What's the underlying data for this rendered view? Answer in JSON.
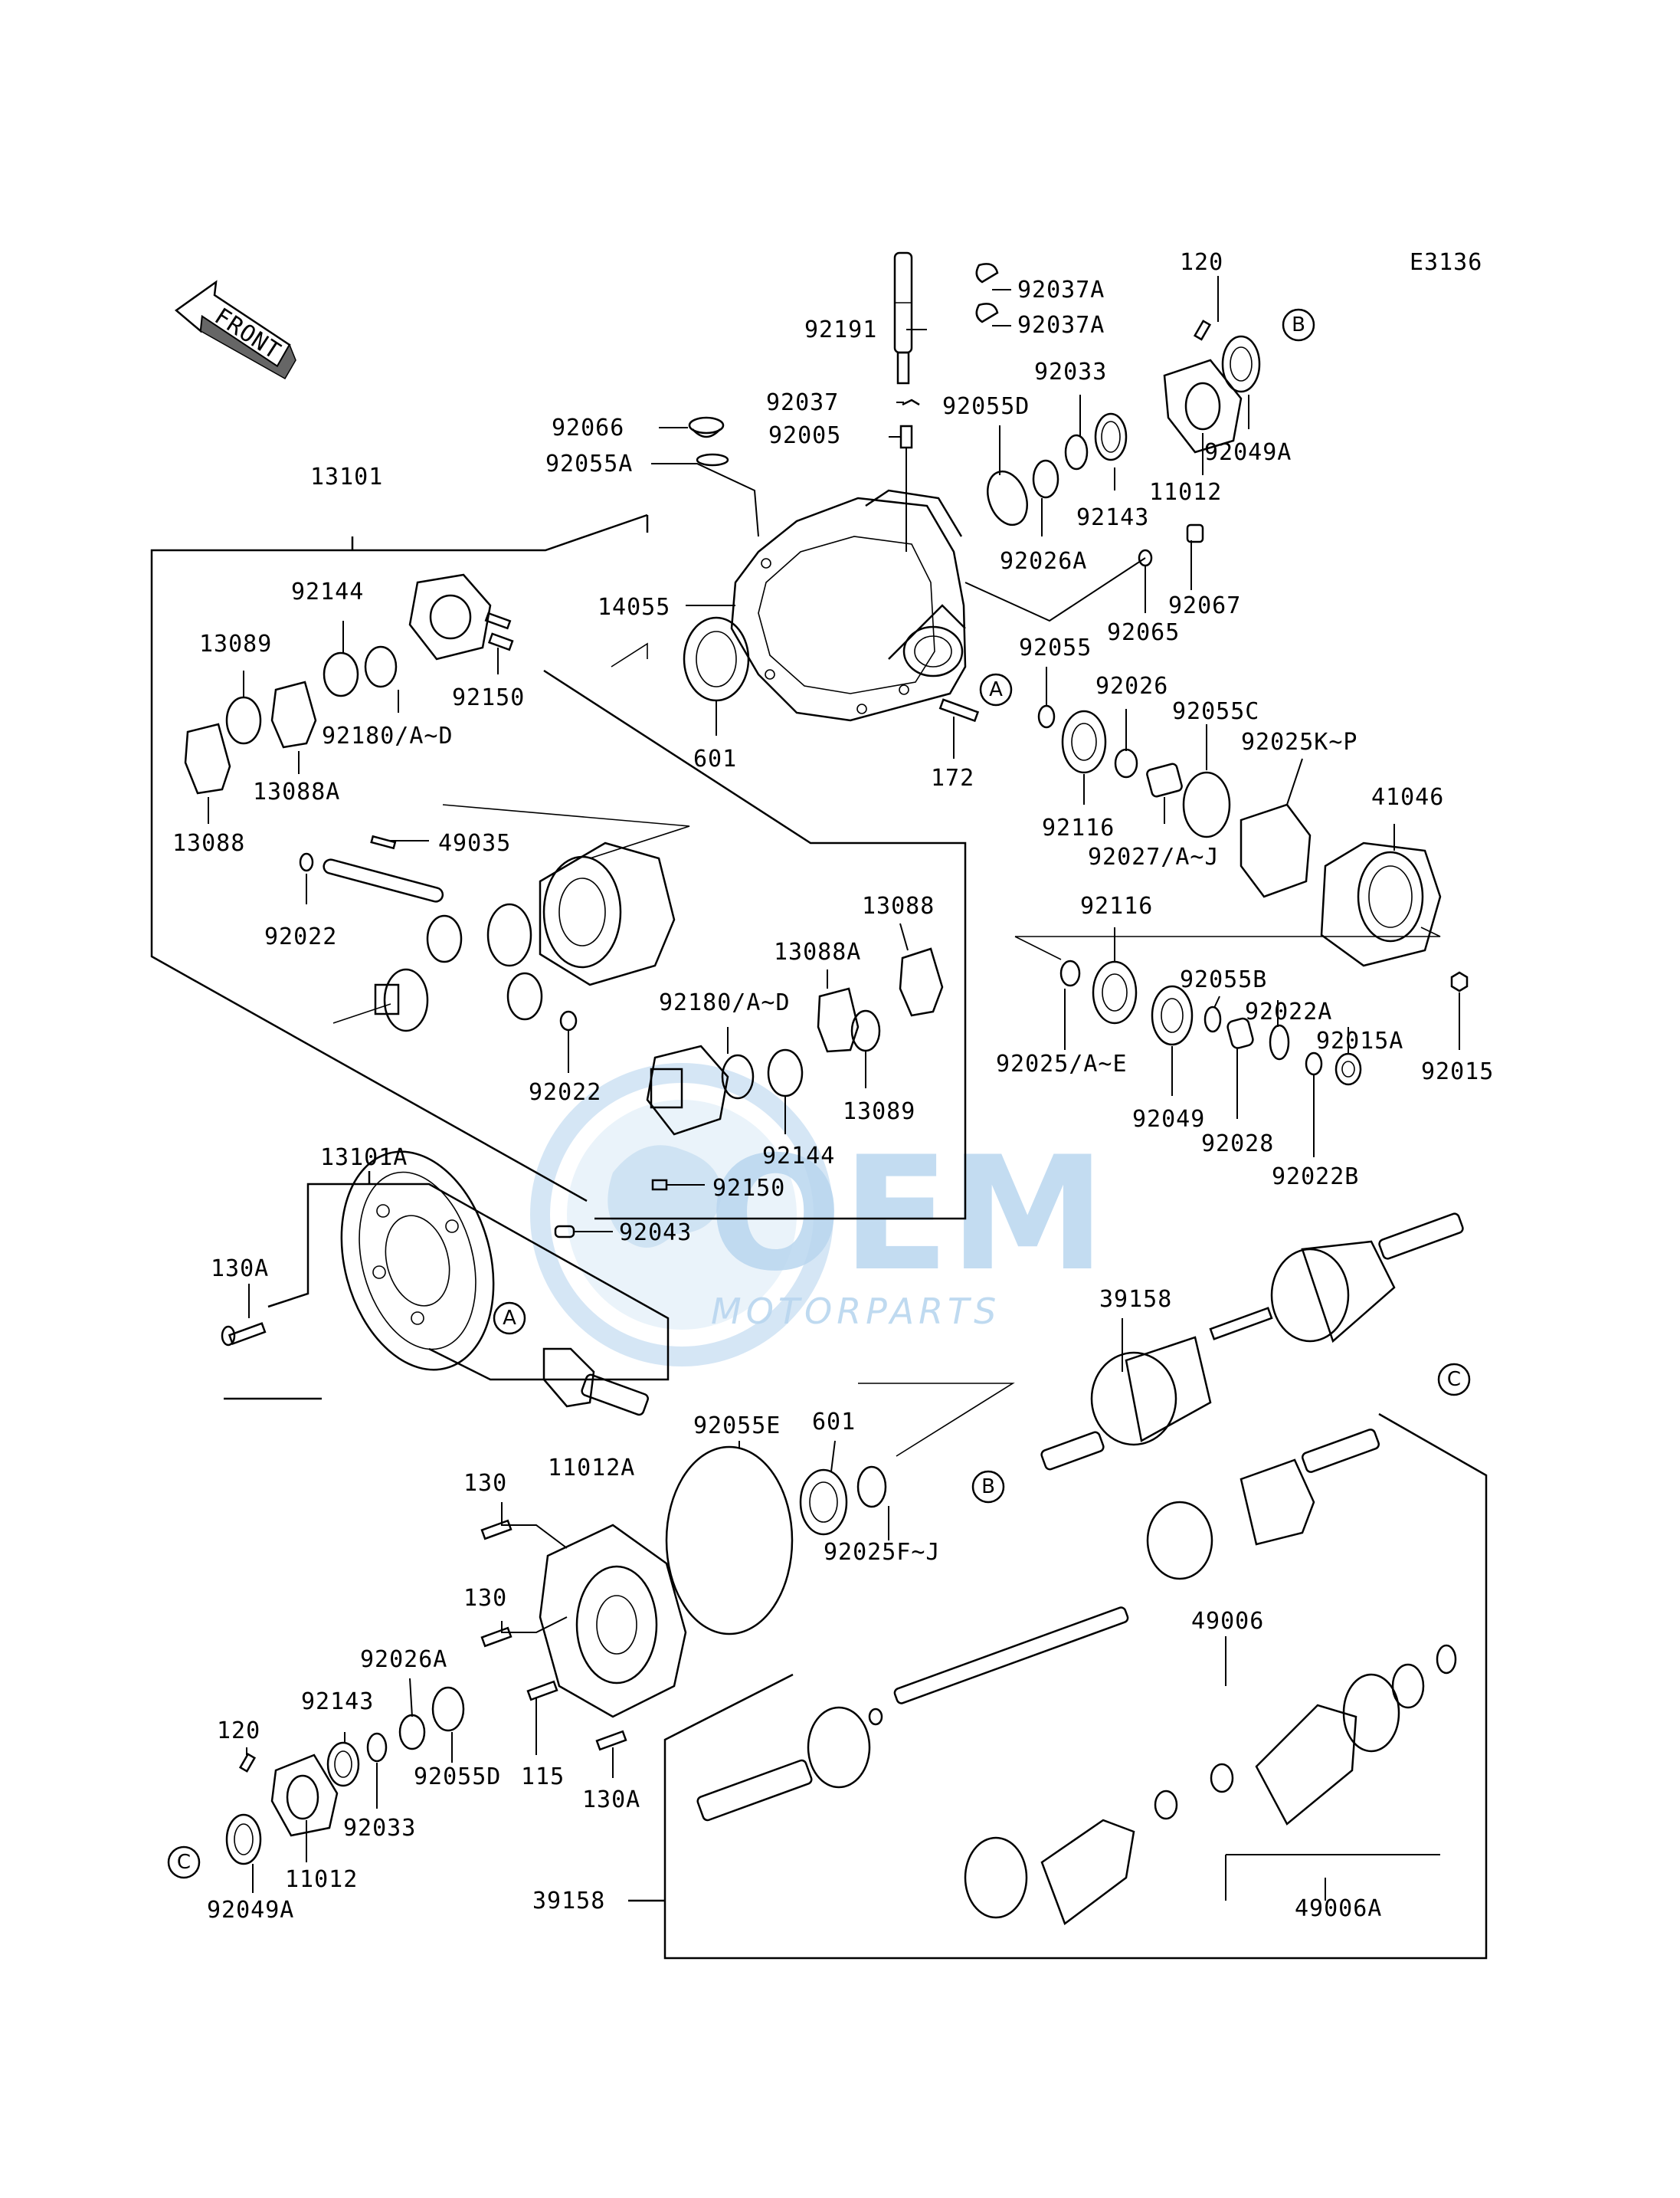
{
  "diagram_code": "E3136",
  "front_label": "FRONT",
  "watermark": {
    "brand": "OEM",
    "sub": "MOTORPARTS"
  },
  "callouts": {
    "A": "A",
    "B": "B",
    "C": "C"
  },
  "labels": {
    "p92037A_1": "92037A",
    "p92037A_2": "92037A",
    "p92191": "92191",
    "p120_top": "120",
    "p92037": "92037",
    "p92033_top": "92033",
    "p92055D_top": "92055D",
    "p92066": "92066",
    "p92005": "92005",
    "p92055A": "92055A",
    "p92049A_top": "92049A",
    "p11012_top": "11012",
    "p92143_top": "92143",
    "p13101": "13101",
    "p92026A_top": "92026A",
    "p92067": "92067",
    "p14055": "14055",
    "p92065": "92065",
    "p92144_top": "92144",
    "p13089_top": "13089",
    "p92150_top": "92150",
    "p92180_top": "92180/A~D",
    "p13088A_top": "13088A",
    "p601_top": "601",
    "p172": "172",
    "p92055_mid": "92055",
    "p92026_mid": "92026",
    "p92055C": "92055C",
    "p92025KP": "92025K~P",
    "p41046": "41046",
    "p92116_a": "92116",
    "p92027": "92027/A~J",
    "p13088_top": "13088",
    "p49035": "49035",
    "p92022_a": "92022",
    "p13088_right": "13088",
    "p13088A_right": "13088A",
    "p92116_b": "92116",
    "p92180_right": "92180/A~D",
    "p92055B": "92055B",
    "p92025AE": "92025/A~E",
    "p92022A": "92022A",
    "p92015A": "92015A",
    "p92015": "92015",
    "p92022_b": "92022",
    "p13089_right": "13089",
    "p92144_right": "92144",
    "p92049": "92049",
    "p92028": "92028",
    "p92150_mid": "92150",
    "p92022B": "92022B",
    "p13101A": "13101A",
    "p92043": "92043",
    "p130A_top": "130A",
    "p39158_top": "39158",
    "p92055E": "92055E",
    "p601_mid": "601",
    "p11012A": "11012A",
    "p130_a": "130",
    "p92025FJ": "92025F~J",
    "p130_b": "130",
    "p49006": "49006",
    "p92026A_bot": "92026A",
    "p92143_bot": "92143",
    "p120_bot": "120",
    "p115": "115",
    "p92055D_bot": "92055D",
    "p92033_bot": "92033",
    "p130A_bot": "130A",
    "p11012_bot": "11012",
    "p92049A_bot": "92049A",
    "p39158_bot": "39158",
    "p49006A": "49006A"
  }
}
